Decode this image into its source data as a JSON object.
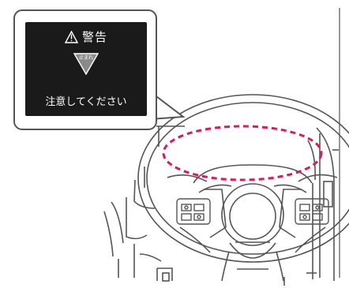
{
  "warning_display": {
    "icon": "warning-triangle-icon",
    "title": "警告",
    "stop_sign_label": "止まれ",
    "message": "注意してください"
  },
  "callout": {
    "shape": "rounded-rectangle-with-pointer",
    "highlight_color": "#d81b60"
  }
}
